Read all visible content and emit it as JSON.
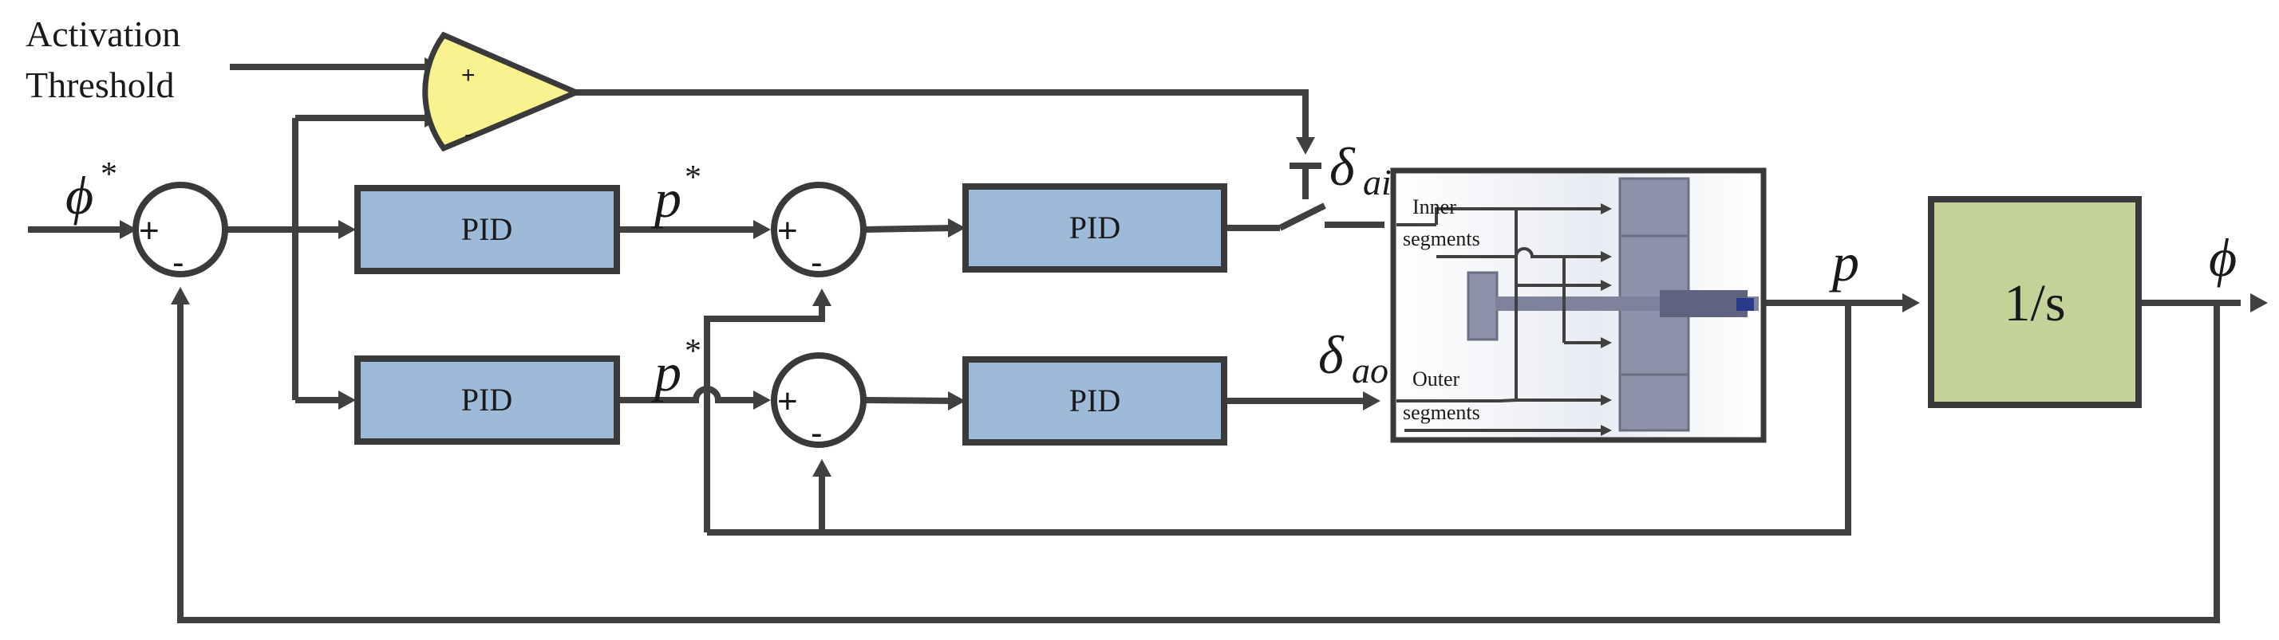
{
  "labels": {
    "activation_line1": "Activation",
    "activation_line2": "Threshold",
    "phi_ref": "ϕ",
    "phi_ref_star": "*",
    "phi_out": "ϕ",
    "p_star_upper": "p",
    "p_star_upper_star": "*",
    "p_star_lower": "p",
    "p_star_lower_star": "*",
    "p_out": "p",
    "delta_ai": "δ",
    "delta_ai_sub": "ai",
    "delta_ao": "δ",
    "delta_ao_sub": "ao"
  },
  "blocks": {
    "pid_top_left": "PID",
    "pid_top_right": "PID",
    "pid_bottom_left": "PID",
    "pid_bottom_right": "PID",
    "integrator": "1/s"
  },
  "signs": {
    "sum1_plus": "+",
    "sum1_minus": "-",
    "sum_top_plus": "+",
    "sum_top_minus": "-",
    "sum_bottom_plus": "+",
    "sum_bottom_minus": "-",
    "comparator_plus": "+",
    "comparator_minus": "-"
  },
  "plant": {
    "inner_line1": "Inner",
    "inner_line2": "segments",
    "outer_line1": "Outer",
    "outer_line2": "segments"
  },
  "colors": {
    "pid_fill": "#9dbbd9",
    "integrator_fill": "#c5d39a",
    "comparator_fill": "#f9f38f",
    "wire": "#404040"
  }
}
